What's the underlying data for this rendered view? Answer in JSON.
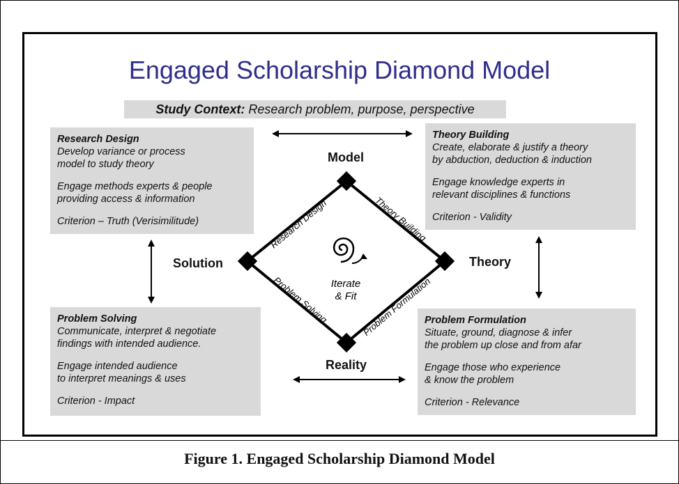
{
  "diagram": {
    "title": "Engaged Scholarship Diamond Model",
    "context": {
      "label": "Study Context:",
      "text": "Research problem, purpose, perspective"
    },
    "boxes": {
      "research_design": {
        "title": "Research Design",
        "lines": [
          "Develop variance or process",
          "model to study theory"
        ],
        "engage": [
          "Engage methods experts & people",
          "providing access & information"
        ],
        "criterion": "Criterion – Truth (Verisimilitude)"
      },
      "theory_building": {
        "title": "Theory Building",
        "lines": [
          "Create, elaborate & justify a theory",
          "by abduction, deduction & induction"
        ],
        "engage": [
          "Engage knowledge experts in",
          "relevant disciplines & functions"
        ],
        "criterion": "Criterion - Validity"
      },
      "problem_solving": {
        "title": "Problem Solving",
        "lines": [
          "Communicate, interpret & negotiate",
          "findings with intended audience."
        ],
        "engage": [
          "Engage intended audience",
          "to interpret meanings & uses"
        ],
        "criterion": "Criterion - Impact"
      },
      "problem_formulation": {
        "title": "Problem Formulation",
        "lines": [
          "Situate, ground, diagnose & infer",
          "the problem up close and from afar"
        ],
        "engage": [
          "Engage those who experience",
          "& know the problem"
        ],
        "criterion": "Criterion - Relevance"
      }
    },
    "nodes": {
      "model": "Model",
      "theory": "Theory",
      "reality": "Reality",
      "solution": "Solution"
    },
    "edges": {
      "research_design": "Research Design",
      "theory_building": "Theory Building",
      "problem_formulation": "Problem Formulation",
      "problem_solving": "Problem Solving"
    },
    "center": {
      "line1": "Iterate",
      "line2": "& Fit"
    }
  },
  "caption": "Figure 1.  Engaged Scholarship Diamond Model"
}
